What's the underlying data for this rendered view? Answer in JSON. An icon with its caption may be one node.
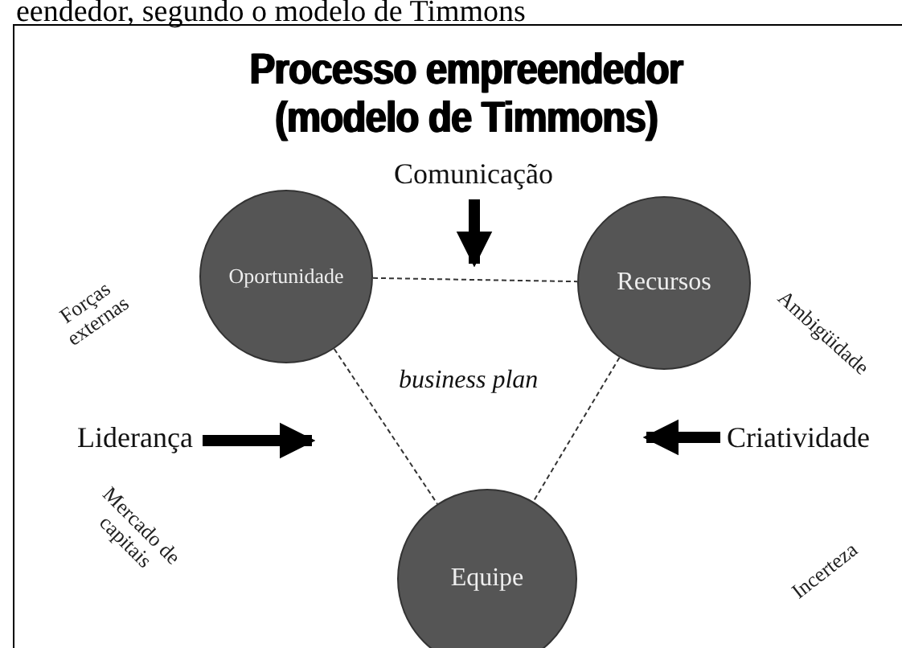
{
  "diagram": {
    "title": "Processo empreendedor (modelo de Timmons)",
    "caption": "eendedor, segundo o modelo de Timmons",
    "nodes": [
      {
        "text": [
          "Oportunidade"
        ]
      },
      {
        "text": [
          "Recursos"
        ]
      },
      {
        "text": [
          "Equipe"
        ]
      },
      {
        "text": [
          "Comunicação"
        ]
      },
      {
        "text": [
          "Liderança"
        ]
      },
      {
        "text": [
          "Criatividade"
        ]
      }
    ],
    "edges": [
      {
        "from": 0,
        "to": 1,
        "arrow": "none",
        "style": "dashed"
      },
      {
        "from": 0,
        "to": 2,
        "arrow": "none",
        "style": "dashed"
      },
      {
        "from": 1,
        "to": 2,
        "arrow": "none",
        "style": "dashed"
      },
      {
        "from": 3,
        "to": null,
        "arrow": "to",
        "style": "thick"
      },
      {
        "from": 4,
        "to": null,
        "arrow": "to",
        "style": "thick"
      },
      {
        "from": 5,
        "to": null,
        "arrow": "to",
        "style": "thick"
      }
    ],
    "labels": [
      "Forças externas",
      "business plan",
      "Ambigüidade",
      "Mercado de capitais",
      "Incerteza"
    ]
  }
}
